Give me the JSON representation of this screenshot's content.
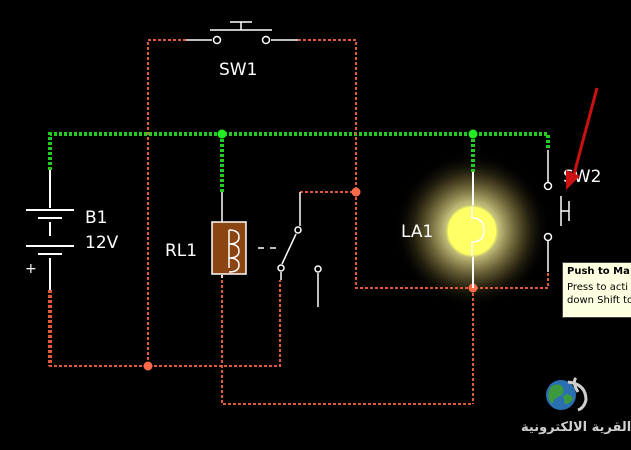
{
  "labels": {
    "sw1": "SW1",
    "sw2": "SW2",
    "b1_name": "B1",
    "b1_value": "12V",
    "b1_plus": "+",
    "rl1": "RL1",
    "la1": "LA1"
  },
  "tooltip": {
    "title": "Push to Ma",
    "line1": "Press to acti",
    "line2": "down Shift to"
  },
  "logo": {
    "arabic_text": "القرية الالكترونية",
    "icon": "globe-logo-icon"
  },
  "colors": {
    "background": "#000000",
    "wire_live": "#22cc22",
    "wire_off": "#e05a3a",
    "component": "#ffffff",
    "relay_coil": "#8b4513",
    "lamp_glow": "#ffff66",
    "arrow": "#cc1111"
  }
}
